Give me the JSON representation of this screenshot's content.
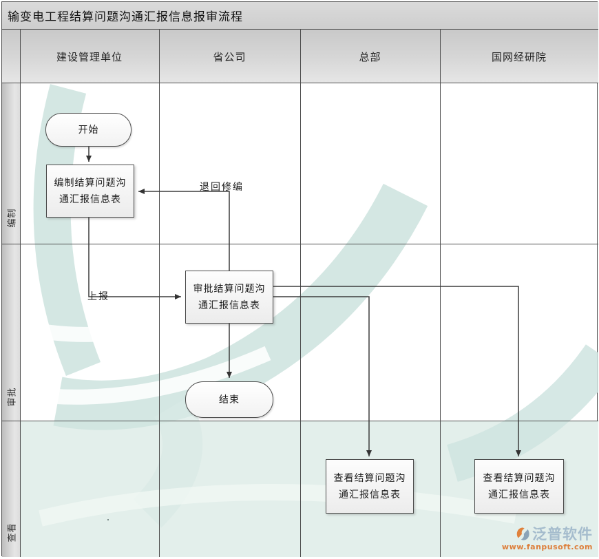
{
  "title": "输变电工程结算问题沟通汇报信息报审流程",
  "columns": [
    {
      "label": "建设管理单位"
    },
    {
      "label": "省公司"
    },
    {
      "label": "总部"
    },
    {
      "label": "国网经研院"
    }
  ],
  "rows": [
    {
      "label": "编制"
    },
    {
      "label": "审批"
    },
    {
      "label": "查看"
    }
  ],
  "nodes": {
    "start": {
      "label": "开始"
    },
    "compile": {
      "lines": [
        "编制结算问题沟",
        "通汇报信息表"
      ]
    },
    "approve": {
      "lines": [
        "审批结算问题沟",
        "通汇报信息表"
      ]
    },
    "end": {
      "label": "结束"
    },
    "view_headquarters": {
      "lines": [
        "查看结算问题沟",
        "通汇报信息表"
      ]
    },
    "view_institute": {
      "lines": [
        "查看结算问题沟",
        "通汇报信息表"
      ]
    }
  },
  "edges": {
    "report_label": "上报",
    "return_label": "退回修编"
  },
  "watermark": {
    "brand": "泛普软件",
    "url": "www.fanpusoft.com",
    "brand_color": "#a5bccd",
    "url_color": "#dd7e3a"
  },
  "colors": {
    "header_gray": "#d2d2d2",
    "grid_line": "#4d4d4d",
    "swirl_teal": "#cfe4e0",
    "bottom_row_wash": "#e3efeb",
    "arrow": "#3d3d3d"
  }
}
